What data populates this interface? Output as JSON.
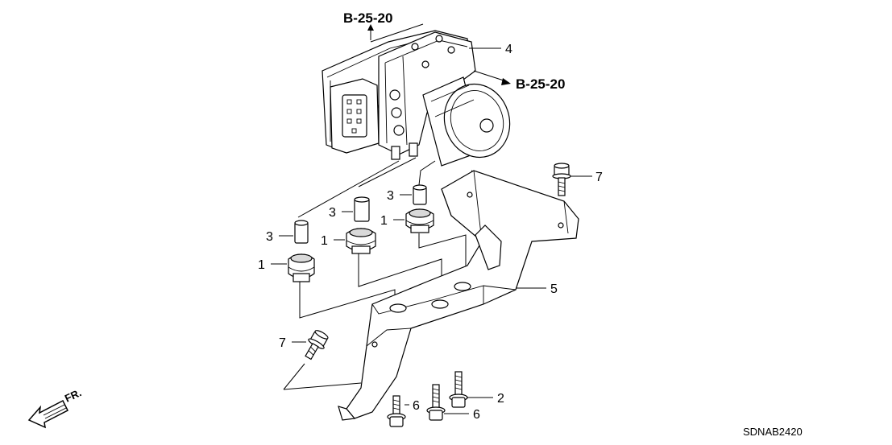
{
  "diagram": {
    "callouts": [
      {
        "id": "c4",
        "text": "4"
      },
      {
        "id": "c7a",
        "text": "7"
      },
      {
        "id": "c3a",
        "text": "3"
      },
      {
        "id": "c3b",
        "text": "3"
      },
      {
        "id": "c3c",
        "text": "3"
      },
      {
        "id": "c1a",
        "text": "1"
      },
      {
        "id": "c1b",
        "text": "1"
      },
      {
        "id": "c1c",
        "text": "1"
      },
      {
        "id": "c5",
        "text": "5"
      },
      {
        "id": "c7b",
        "text": "7"
      },
      {
        "id": "c2",
        "text": "2"
      },
      {
        "id": "c6a",
        "text": "6"
      },
      {
        "id": "c6b",
        "text": "6"
      }
    ],
    "references": [
      {
        "id": "ref-top",
        "text": "B-25-20"
      },
      {
        "id": "ref-right",
        "text": "B-25-20"
      }
    ],
    "direction_label": "FR.",
    "diagram_code": "SDNAB2420"
  }
}
